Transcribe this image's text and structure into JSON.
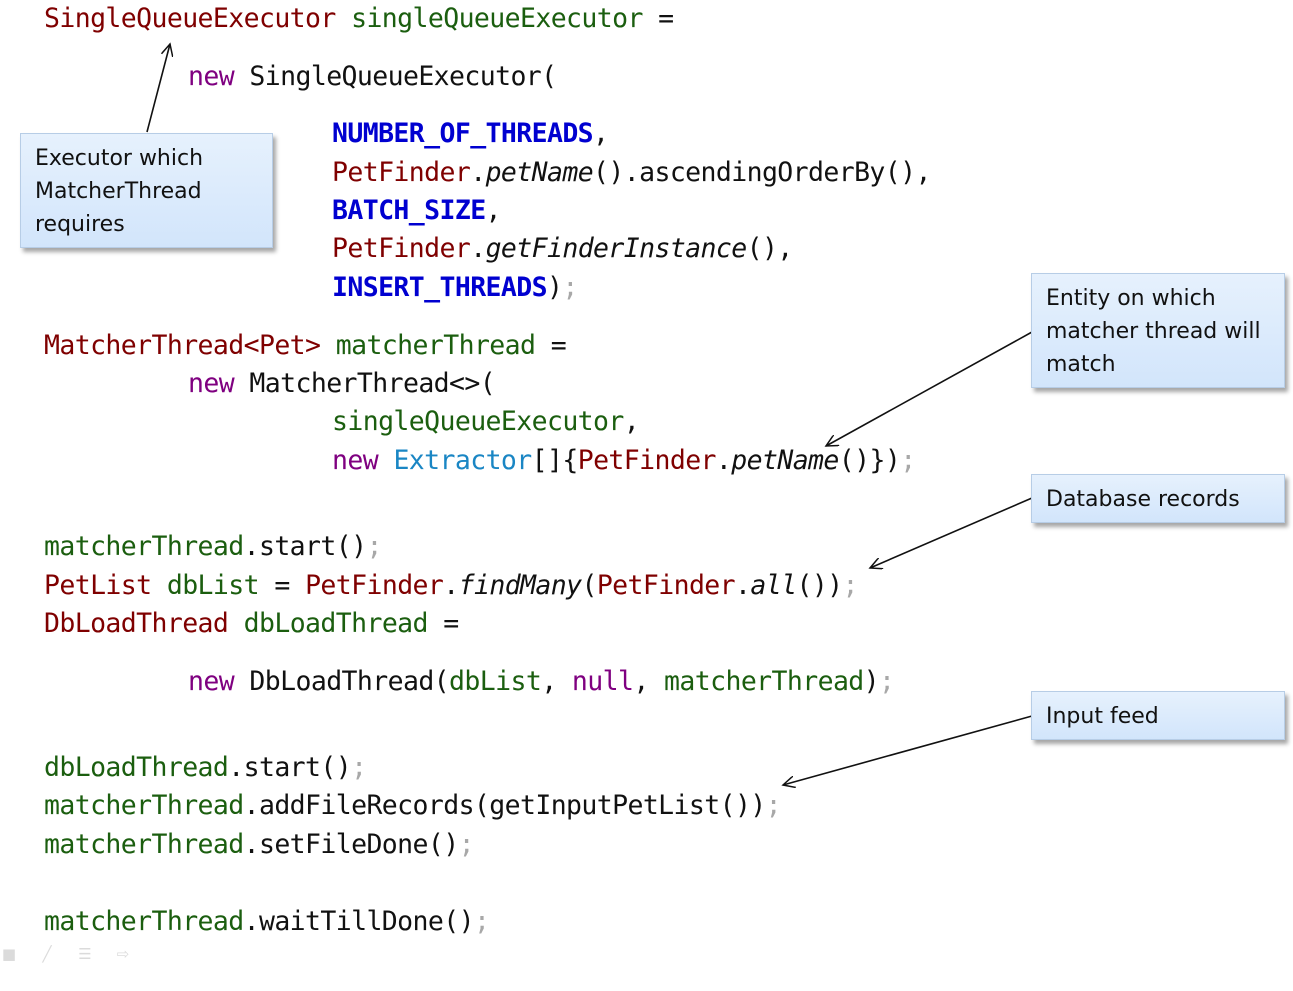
{
  "code": {
    "lines": [
      {
        "id": "l1",
        "tokens": [
          [
            "SingleQueueExecutor",
            "type"
          ],
          [
            " ",
            "plain"
          ],
          [
            "singleQueueExecutor",
            "var"
          ],
          [
            " =",
            "plain"
          ]
        ]
      },
      {
        "id": "l2",
        "tokens": [
          [
            "new",
            "kw"
          ],
          [
            " SingleQueueExecutor(",
            "plain"
          ]
        ]
      },
      {
        "id": "l3",
        "tokens": [
          [
            "NUMBER_OF_THREADS",
            "const"
          ],
          [
            ",",
            "plain"
          ]
        ]
      },
      {
        "id": "l4",
        "tokens": [
          [
            "PetFinder",
            "type"
          ],
          [
            ".",
            "plain"
          ],
          [
            "petName",
            "ital"
          ],
          [
            "().ascendingOrderBy(),",
            "plain"
          ]
        ]
      },
      {
        "id": "l5",
        "tokens": [
          [
            "BATCH_SIZE",
            "const"
          ],
          [
            ",",
            "plain"
          ]
        ]
      },
      {
        "id": "l6",
        "tokens": [
          [
            "PetFinder",
            "type"
          ],
          [
            ".",
            "plain"
          ],
          [
            "getFinderInstance",
            "ital"
          ],
          [
            "(),",
            "plain"
          ]
        ]
      },
      {
        "id": "l7",
        "tokens": [
          [
            "INSERT_THREADS",
            "const"
          ],
          [
            ")",
            "plain"
          ],
          [
            ";",
            "semi"
          ]
        ]
      },
      {
        "id": "l8",
        "tokens": [
          [
            "MatcherThread<Pet>",
            "type"
          ],
          [
            " ",
            "plain"
          ],
          [
            "matcherThread",
            "var"
          ],
          [
            " =",
            "plain"
          ]
        ]
      },
      {
        "id": "l9",
        "tokens": [
          [
            "new",
            "kw"
          ],
          [
            " MatcherThread<>(",
            "plain"
          ]
        ]
      },
      {
        "id": "l10",
        "tokens": [
          [
            "singleQueueExecutor",
            "var"
          ],
          [
            ",",
            "plain"
          ]
        ]
      },
      {
        "id": "l11",
        "tokens": [
          [
            "new",
            "kw"
          ],
          [
            " ",
            "plain"
          ],
          [
            "Extractor",
            "ext"
          ],
          [
            "[]{",
            "plain"
          ],
          [
            "PetFinder",
            "type"
          ],
          [
            ".",
            "plain"
          ],
          [
            "petName",
            "ital"
          ],
          [
            "()})",
            "plain"
          ],
          [
            ";",
            "semi"
          ]
        ]
      },
      {
        "id": "l12",
        "tokens": [
          [
            "matcherThread",
            "var"
          ],
          [
            ".start()",
            "plain"
          ],
          [
            ";",
            "semi"
          ]
        ]
      },
      {
        "id": "l13",
        "tokens": [
          [
            "PetList",
            "type"
          ],
          [
            " ",
            "plain"
          ],
          [
            "dbList",
            "var"
          ],
          [
            " = ",
            "plain"
          ],
          [
            "PetFinder",
            "type"
          ],
          [
            ".",
            "plain"
          ],
          [
            "findMany",
            "ital"
          ],
          [
            "(",
            "plain"
          ],
          [
            "PetFinder",
            "type"
          ],
          [
            ".",
            "plain"
          ],
          [
            "all",
            "ital"
          ],
          [
            "())",
            "plain"
          ],
          [
            ";",
            "semi"
          ]
        ]
      },
      {
        "id": "l14",
        "tokens": [
          [
            "DbLoadThread",
            "type"
          ],
          [
            " ",
            "plain"
          ],
          [
            "dbLoadThread",
            "var"
          ],
          [
            " =",
            "plain"
          ]
        ]
      },
      {
        "id": "l15",
        "tokens": [
          [
            "new",
            "kw"
          ],
          [
            " DbLoadThread(",
            "plain"
          ],
          [
            "dbList",
            "var"
          ],
          [
            ", ",
            "plain"
          ],
          [
            "null",
            "kw"
          ],
          [
            ", ",
            "plain"
          ],
          [
            "matcherThread",
            "var"
          ],
          [
            ")",
            "plain"
          ],
          [
            ";",
            "semi"
          ]
        ]
      },
      {
        "id": "l16",
        "tokens": [
          [
            "dbLoadThread",
            "var"
          ],
          [
            ".start()",
            "plain"
          ],
          [
            ";",
            "semi"
          ]
        ]
      },
      {
        "id": "l17",
        "tokens": [
          [
            "matcherThread",
            "var"
          ],
          [
            ".addFileRecords(getInputPetList())",
            "plain"
          ],
          [
            ";",
            "semi"
          ]
        ]
      },
      {
        "id": "l18",
        "tokens": [
          [
            "matcherThread",
            "var"
          ],
          [
            ".setFileDone()",
            "plain"
          ],
          [
            ";",
            "semi"
          ]
        ]
      },
      {
        "id": "l19",
        "tokens": [
          [
            "matcherThread",
            "var"
          ],
          [
            ".waitTillDone()",
            "plain"
          ],
          [
            ";",
            "semi"
          ]
        ]
      }
    ]
  },
  "callouts": {
    "executor": {
      "lines": [
        "Executor which",
        "MatcherThread",
        "requires"
      ]
    },
    "entity": {
      "lines": [
        "Entity on which",
        "matcher thread will",
        "match"
      ]
    },
    "database": {
      "lines": [
        "Database records"
      ]
    },
    "input": {
      "lines": [
        "Input feed"
      ]
    }
  },
  "toolbar": {
    "icons": [
      "slide-icon",
      "pen-icon",
      "menu-icon",
      "next-arrow-icon"
    ]
  },
  "colors": {
    "type": "#7f0000",
    "variable": "#1b5e0f",
    "keyword": "#7f0080",
    "constant": "#0000d0",
    "extractor": "#1a86c4",
    "semicolon": "#a8a8a8",
    "callout_bg": "#dbeafc"
  }
}
